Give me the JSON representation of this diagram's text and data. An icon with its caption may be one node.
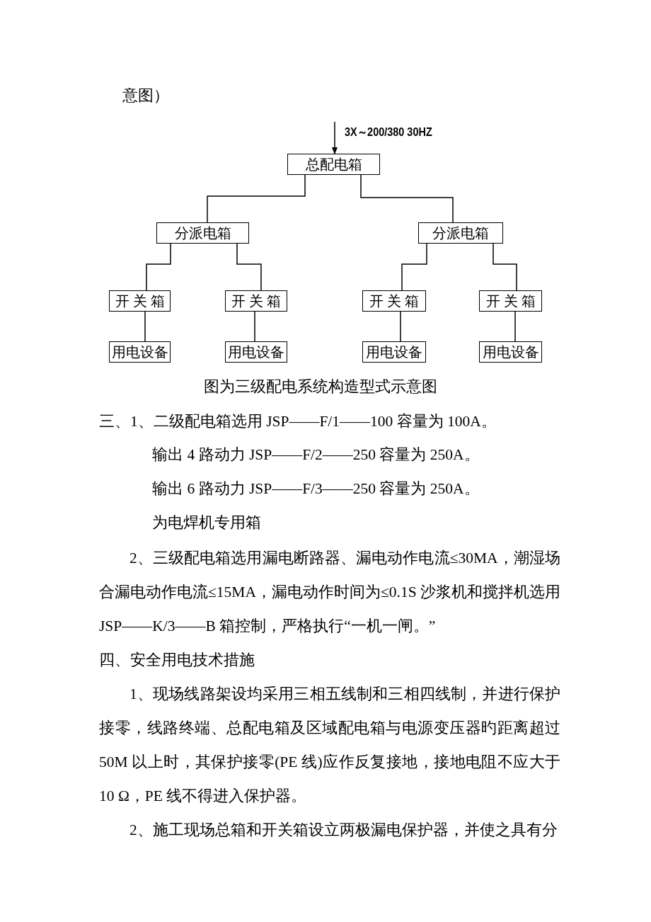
{
  "diagram": {
    "caption": "图为三级配电系统构造型式示意图",
    "nodes": [
      {
        "text": [
          "总配电箱"
        ]
      },
      {
        "text": [
          "分派电箱"
        ]
      },
      {
        "text": [
          "分派电箱"
        ]
      },
      {
        "text": [
          "开 关 箱"
        ]
      },
      {
        "text": [
          "开 关 箱"
        ]
      },
      {
        "text": [
          "开 关 箱"
        ]
      },
      {
        "text": [
          "开 关 箱"
        ]
      },
      {
        "text": [
          "用电设备"
        ]
      },
      {
        "text": [
          "用电设备"
        ]
      },
      {
        "text": [
          "用电设备"
        ]
      },
      {
        "text": [
          "用电设备"
        ]
      }
    ],
    "edges": [
      {
        "from": null,
        "to": 0,
        "arrow": "to",
        "label": "3X～200/380 30HZ"
      },
      {
        "from": 0,
        "to": 1,
        "arrow": "none"
      },
      {
        "from": 0,
        "to": 2,
        "arrow": "none"
      },
      {
        "from": 1,
        "to": 3,
        "arrow": "none"
      },
      {
        "from": 1,
        "to": 4,
        "arrow": "none"
      },
      {
        "from": 2,
        "to": 5,
        "arrow": "none"
      },
      {
        "from": 2,
        "to": 6,
        "arrow": "none"
      },
      {
        "from": 3,
        "to": 7,
        "arrow": "none"
      },
      {
        "from": 4,
        "to": 8,
        "arrow": "none"
      },
      {
        "from": 5,
        "to": 9,
        "arrow": "none"
      },
      {
        "from": 6,
        "to": 10,
        "arrow": "none"
      }
    ],
    "labels": [
      "意图）",
      "三、1、二级配电箱选用 JSP——F/1——100 容量为 100A。",
      "输出 4 路动力 JSP——F/2——250 容量为 250A。",
      "输出 6 路动力 JSP——F/3——250 容量为 250A。",
      "为电焊机专用箱",
      "2、三级配电箱选用漏电断路器、漏电动作电流≤30MA，潮湿场合漏电动作电流≤15MA，漏电动作时间为≤0.1S 沙浆机和搅拌机选用 JSP——K/3——B 箱控制，严格执行“一机一闸。”",
      "四、安全用电技术措施",
      "1、现场线路架设均采用三相五线制和三相四线制，并进行保护接零，线路终端、总配电箱及区域配电箱与电源变压器旳距离超过 50M 以上时，其保护接零(PE 线)应作反复接地，接地电阻不应大于 10 Ω，PE 线不得进入保护器。",
      "2、施工现场总箱和开关箱设立两极漏电保护器，并使之具有分"
    ]
  }
}
